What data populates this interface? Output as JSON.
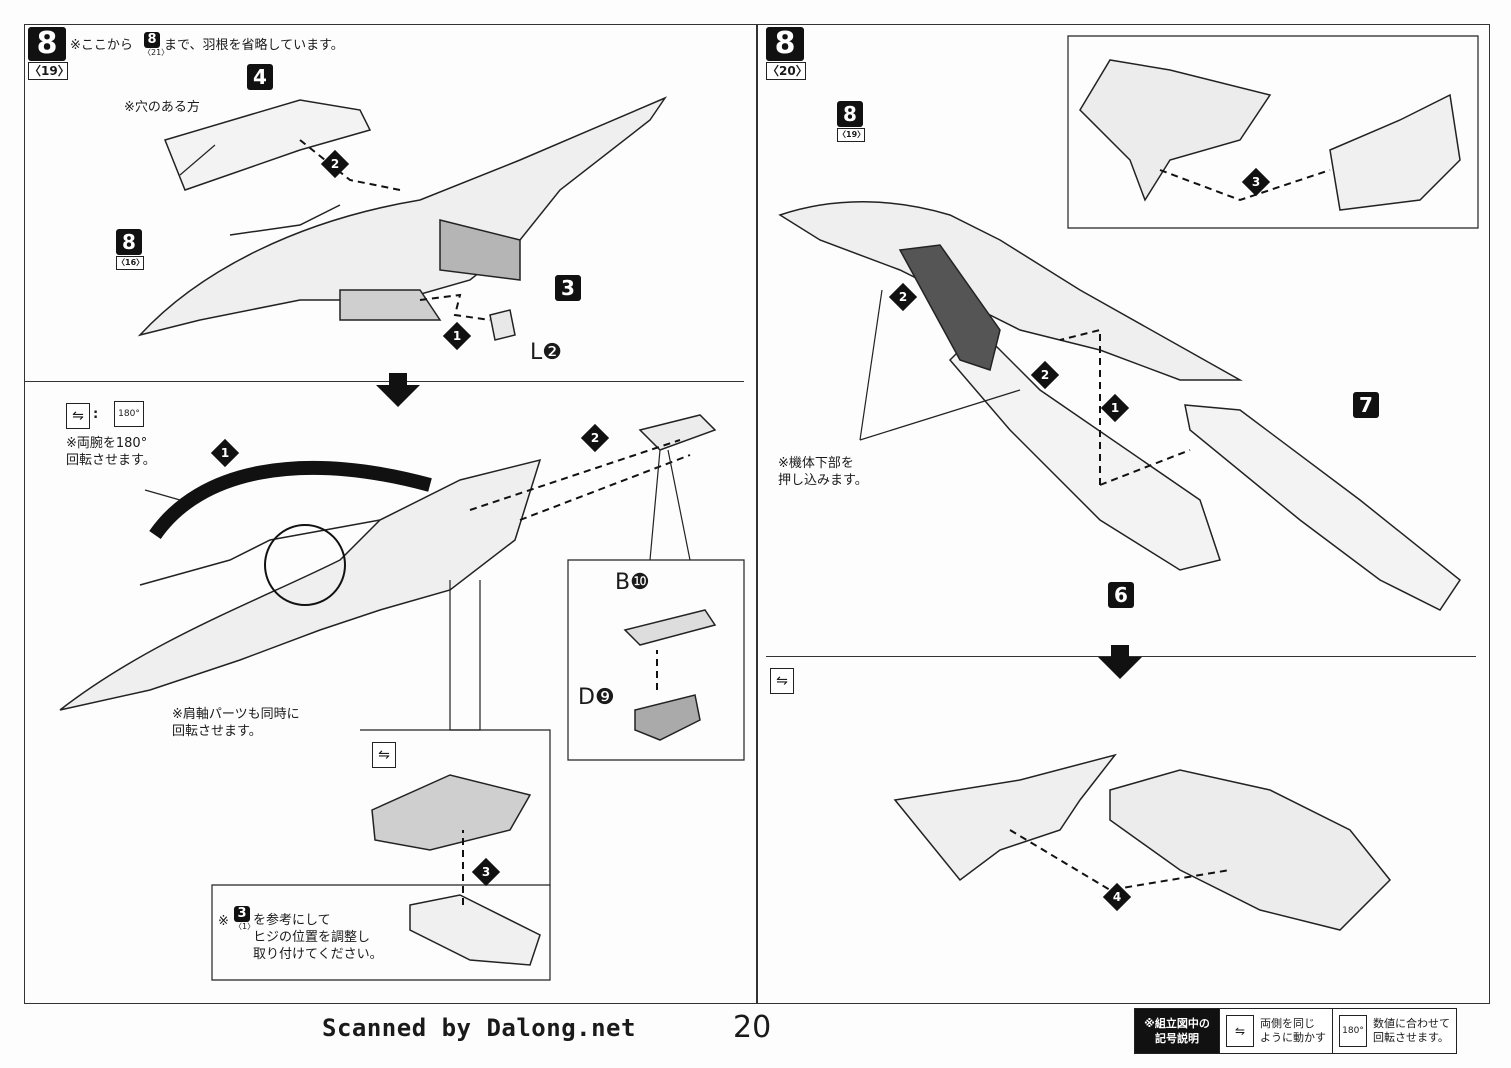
{
  "page": {
    "number": "20",
    "scanner_credit": "Scanned by Dalong.net"
  },
  "left_panel": {
    "step_number": "8",
    "step_ref": "〈19〉",
    "note_top_prefix": "※ここから",
    "note_top_ref_num": "8",
    "note_top_ref_sub": "〈21〉",
    "note_top_suffix": "まで、羽根を省略しています。",
    "part_4": "4",
    "hole_note": "※穴のある方",
    "ref_8": "8",
    "ref_8_sub": "〈16〉",
    "part_3": "3",
    "step_1": "1",
    "step_2": "2",
    "part_L2": "L❷",
    "sym_180": "180°",
    "rotate_note": "※両腕を180°\n回転させます。",
    "arrow_step_1": "1",
    "arrow_step_2": "2",
    "shoulder_note": "※肩軸パーツも同時に\n回転させます。",
    "detail_part_B10": "B❿",
    "detail_part_D9": "D❾",
    "sub_step_3": "3",
    "elbow_note_ref": "3",
    "elbow_note_ref_sub": "〈1〉",
    "elbow_note": "を参考にして\nヒジの位置を調整し\n取り付けてください。"
  },
  "right_panel": {
    "step_number": "8",
    "step_ref": "〈20〉",
    "ref_8": "8",
    "ref_8_sub": "〈19〉",
    "inset_step_3": "3",
    "step_2a": "2",
    "step_2b": "2",
    "step_1": "1",
    "push_note": "※機体下部を\n押し込みます。",
    "part_6": "6",
    "part_7": "7",
    "step_4": "4"
  },
  "legend": {
    "header": "※組立図中の\n記号説明",
    "item_both_sides": "両側を同じ\nように動かす",
    "item_rotate": "数値に合わせて\n回転させます。",
    "item_rotate_icon": "180°"
  }
}
